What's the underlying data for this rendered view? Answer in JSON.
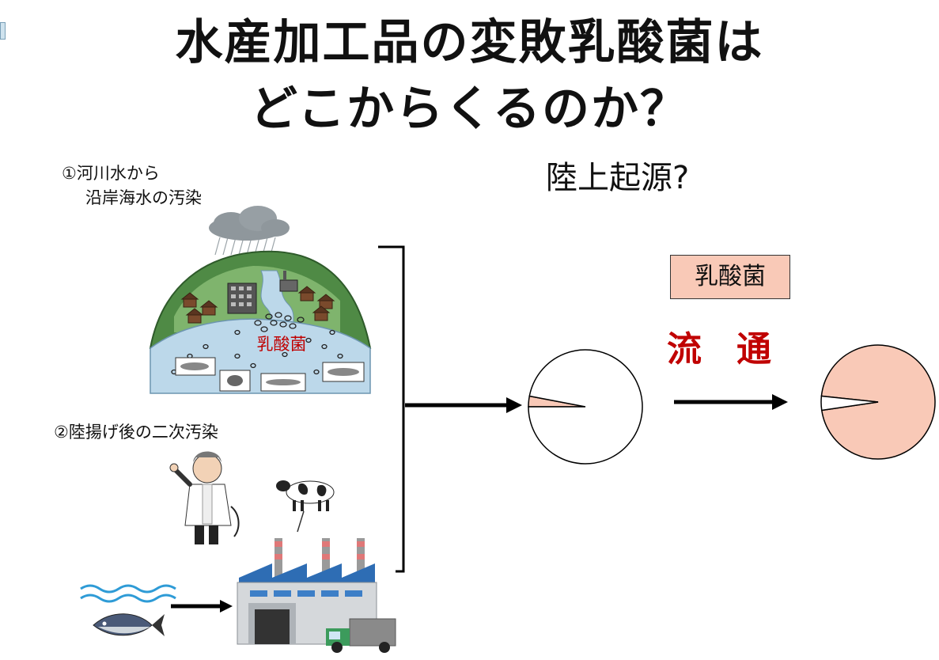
{
  "title": {
    "line1": "水産加工品の変敗乳酸菌は",
    "line2": "どこからくるのか？"
  },
  "subtitle": "陸上起源?",
  "sources": {
    "source1_line1": "①河川水から",
    "source1_line2": "沿岸海水の汚染",
    "source2": "②陸揚げ後の二次汚染"
  },
  "scene_label": "乳酸菌",
  "box_label": "乳酸菌",
  "distribution_label": "流通",
  "colors": {
    "lab_fill": "#f9c9b7",
    "lab_text": "#c00000",
    "sea": "#bcd8ea",
    "land": "#4f8a45"
  },
  "icons": [
    "rain-cloud-icon",
    "factory-icon",
    "cow-icon",
    "scientist-icon",
    "fish-icon",
    "truck-icon",
    "wave-icon",
    "arrow-icon"
  ],
  "chart_data": {
    "type": "pie",
    "charts": [
      {
        "name": "",
        "slices": [
          {
            "label": "乳酸菌",
            "value": 3,
            "color": "#f9c9b7"
          },
          {
            "value": 97,
            "color": "#ffffff"
          }
        ]
      },
      {
        "name": "",
        "slices": [
          {
            "label": "乳酸菌",
            "value": 96,
            "color": "#f9c9b7"
          },
          {
            "value": 4,
            "color": "#ffffff"
          }
        ]
      }
    ]
  }
}
